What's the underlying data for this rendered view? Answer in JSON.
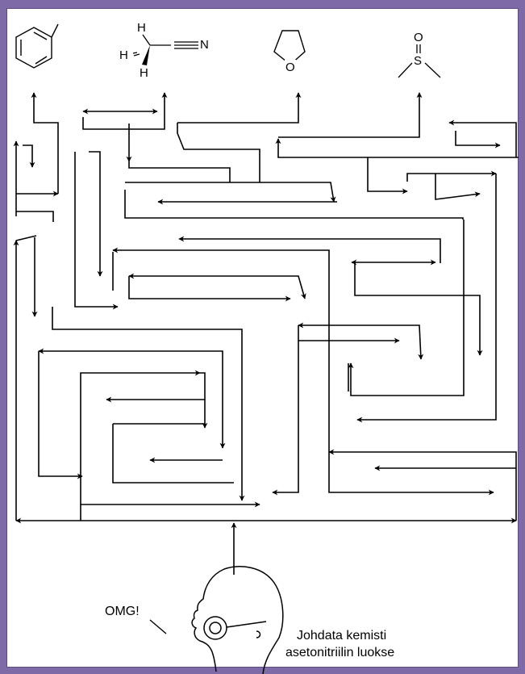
{
  "molecules": {
    "toluene": {
      "label": ""
    },
    "acetonitrile": {
      "h_top": "H",
      "h_left": "H",
      "h_bottom": "H",
      "n": "N"
    },
    "thf": {
      "o": "O"
    },
    "dmso": {
      "o": "O",
      "s": "S"
    }
  },
  "speech": "OMG!",
  "caption": {
    "line1": "Johdata kemisti",
    "line2": "asetonitriilin luokse"
  },
  "colors": {
    "frame": "#7f6aa8",
    "background": "#ffffff",
    "ink": "#000000"
  }
}
